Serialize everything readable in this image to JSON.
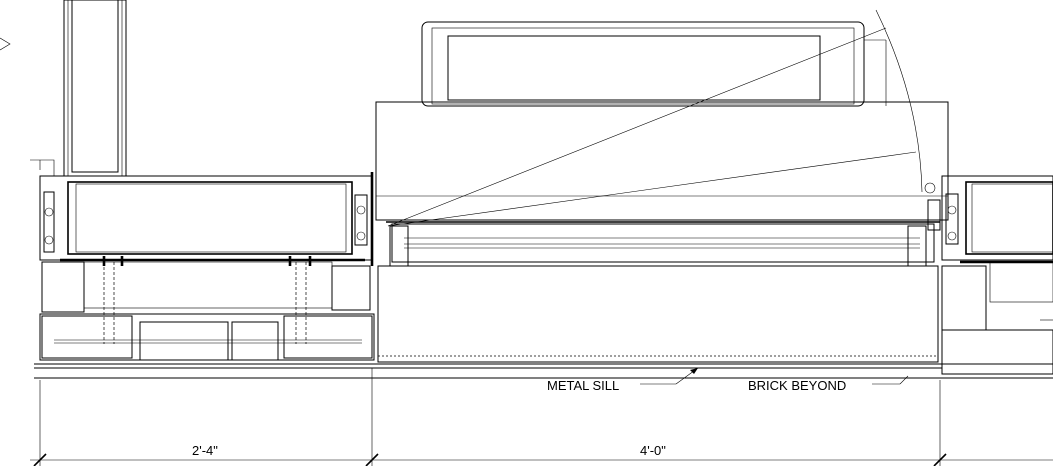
{
  "labels": {
    "metal_sill": "METAL SILL",
    "brick_beyond": "BRICK BEYOND"
  },
  "dimensions": {
    "left": "2'-4\"",
    "center": "4'-0\""
  },
  "colors": {
    "line": "#000000",
    "background": "#ffffff"
  }
}
